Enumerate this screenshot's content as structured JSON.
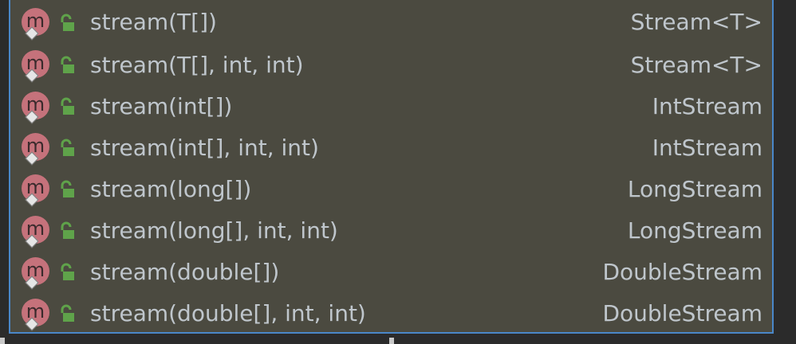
{
  "icon_names": {
    "method": "method-icon",
    "visibility": "lock-icon"
  },
  "colors": {
    "popup_background": "#4b4a40",
    "popup_border": "#4a87c9",
    "text": "#bfc6cc",
    "method_badge": "#c5727b",
    "public_lock": "#5fa34a"
  },
  "completion_popup": {
    "items": [
      {
        "badge_letter": "m",
        "name": "stream(T[])",
        "return_type": "Stream<T>"
      },
      {
        "badge_letter": "m",
        "name": "stream(T[], int, int)",
        "return_type": "Stream<T>"
      },
      {
        "badge_letter": "m",
        "name": "stream(int[])",
        "return_type": "IntStream"
      },
      {
        "badge_letter": "m",
        "name": "stream(int[], int, int)",
        "return_type": "IntStream"
      },
      {
        "badge_letter": "m",
        "name": "stream(long[])",
        "return_type": "LongStream"
      },
      {
        "badge_letter": "m",
        "name": "stream(long[], int, int)",
        "return_type": "LongStream"
      },
      {
        "badge_letter": "m",
        "name": "stream(double[])",
        "return_type": "DoubleStream"
      },
      {
        "badge_letter": "m",
        "name": "stream(double[], int, int)",
        "return_type": "DoubleStream"
      }
    ]
  }
}
